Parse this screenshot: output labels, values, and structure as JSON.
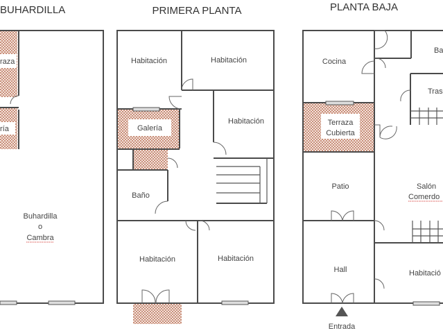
{
  "colors": {
    "wall": "#4a4a4a",
    "hatch": "#c98f7a",
    "background": "#ffffff"
  },
  "plans": {
    "attic": {
      "title": "BUHARDILLA",
      "rooms": {
        "terrace": "raza",
        "gallery": "ría",
        "main_line1": "Buhardilla",
        "main_line2": "o",
        "main_line3": "Cambra"
      }
    },
    "first_floor": {
      "title": "PRIMERA PLANTA",
      "rooms": {
        "bedroom_top_left": "Habitación",
        "bedroom_top_right": "Habitación",
        "bedroom_right": "Habitación",
        "gallery": "Galería",
        "bathroom": "Baño",
        "bedroom_bottom_left": "Habitación",
        "bedroom_bottom_right": "Habitación"
      }
    },
    "ground_floor": {
      "title": "PLANTA BAJA",
      "rooms": {
        "kitchen": "Cocina",
        "bathroom": "Ba",
        "storage": "Tras",
        "terrace_line1": "Terraza",
        "terrace_line2": "Cubierta",
        "patio": "Patio",
        "living_line1": "Salón",
        "living_line2": "Comerdo",
        "hall": "Hall",
        "bedroom": "Habitació"
      },
      "entrance": "Entrada"
    }
  }
}
